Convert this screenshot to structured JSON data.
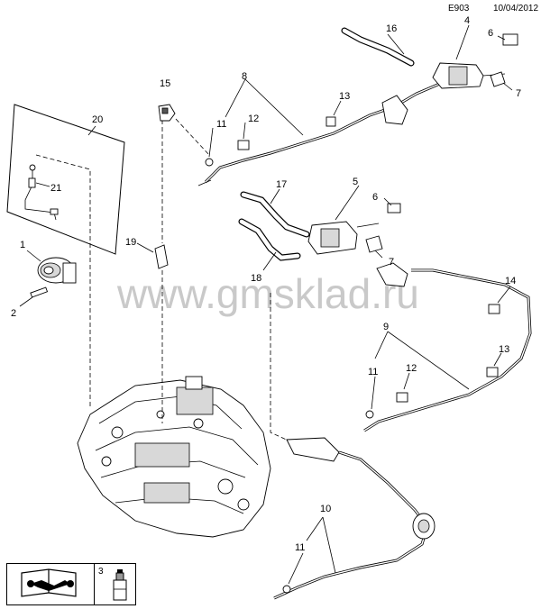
{
  "header": {
    "diagram_code": "E903",
    "date": "10/04/2012"
  },
  "watermark": "www.gmsklad.ru",
  "callouts": [
    "1",
    "2",
    "3",
    "4",
    "5",
    "6",
    "6",
    "7",
    "7",
    "8",
    "9",
    "10",
    "11",
    "11",
    "11",
    "11",
    "12",
    "12",
    "13",
    "13",
    "14",
    "15",
    "16",
    "17",
    "18",
    "19",
    "20",
    "21"
  ],
  "legend": {
    "part_number": "3",
    "icons": [
      "manual-book-icon",
      "wrench-icon",
      "fluid-bottle-icon"
    ]
  }
}
